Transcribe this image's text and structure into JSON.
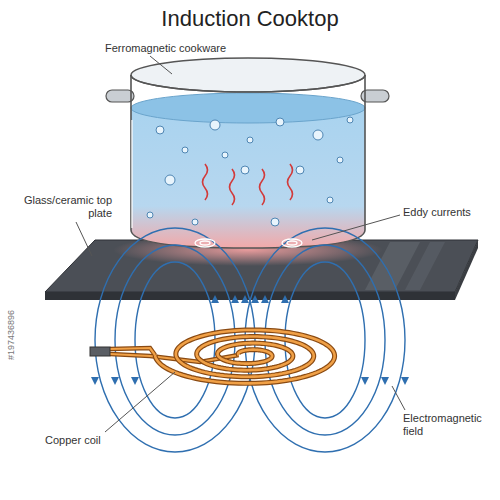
{
  "diagram": {
    "title": "Induction Cooktop",
    "labels": [
      "Ferromagnetic cookware",
      "Glass/ceramic top plate",
      "Eddy currents",
      "Electromagnetic field",
      "Copper coil",
      "#197436896"
    ]
  }
}
